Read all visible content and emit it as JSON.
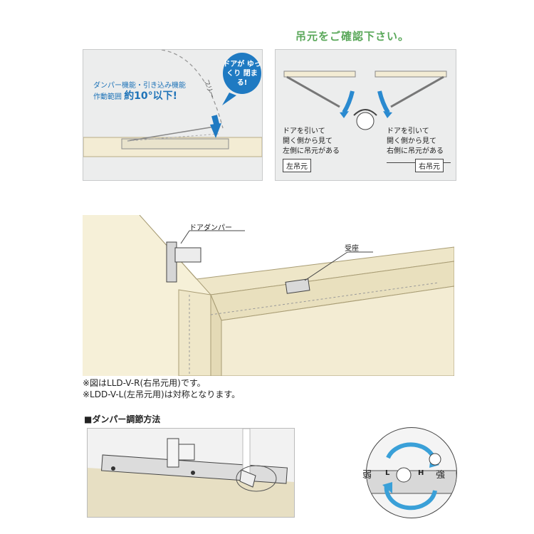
{
  "top_right_title": "吊元をご確認下さい。",
  "panel1": {
    "bubble": "ドアが ゆっくり 閉まる!",
    "desc_line1": "ダンパー機能・引き込み機能",
    "desc_line2_prefix": "作動範囲",
    "desc_line2_value": "約10°以下!",
    "free_label": "フリー"
  },
  "panel2": {
    "left_text": [
      "ドアを引いて",
      "開く側から見て",
      "左側に吊元がある"
    ],
    "right_text": [
      "ドアを引いて",
      "開く側から見て",
      "右側に吊元がある"
    ],
    "left_label": "左吊元",
    "right_label": "右吊元"
  },
  "install": {
    "damper_label": "ドアダンパー",
    "receiver_label": "受座"
  },
  "notes": [
    "※図はLLD-V-R(右吊元用)です。",
    "※LDD-V-L(左吊元用)は対称となります。"
  ],
  "adjust": {
    "heading": "■ダンパー調節方法",
    "weak": "弱",
    "strong": "強",
    "l_mark": "L",
    "h_mark": "H"
  },
  "colors": {
    "accent_blue": "#1f7ac2",
    "title_green": "#5aa85a",
    "wood": "#f3ecd4",
    "panel_bg": "#eceded"
  }
}
